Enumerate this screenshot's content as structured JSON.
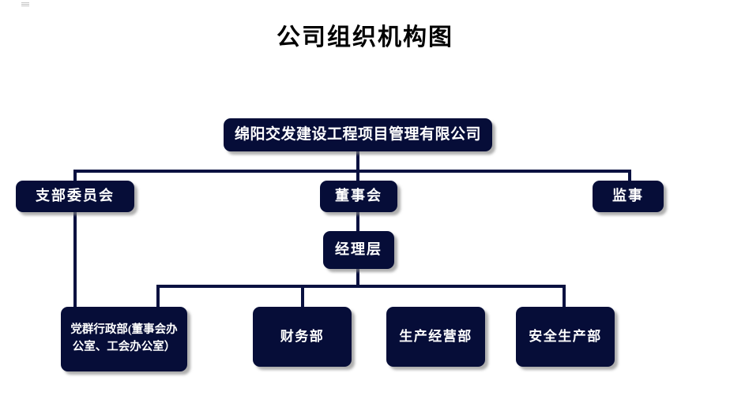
{
  "page": {
    "title": "公司组织机构图",
    "background_color": "#ffffff",
    "box_fill_color": "#060d38",
    "box_text_color": "#ffffff",
    "connector_color": "#0a1140",
    "shadow_color": "#828282"
  },
  "chart_data": {
    "type": "diagram",
    "diagram_kind": "organizational-chart",
    "title": "公司组织机构图",
    "orientation": "top-down",
    "nodes": [
      {
        "id": "root",
        "label": "绵阳交发建设工程项目管理有限公司",
        "level": 0
      },
      {
        "id": "party",
        "label": "支部委员会",
        "level": 1
      },
      {
        "id": "board",
        "label": "董事会",
        "level": 1
      },
      {
        "id": "super",
        "label": "监事",
        "level": 1
      },
      {
        "id": "mgmt",
        "label": "经理层",
        "level": 2
      },
      {
        "id": "admin",
        "label": "党群行政部(董事会办公室、工会办公室）",
        "level": 3
      },
      {
        "id": "fin",
        "label": "财务部",
        "level": 3
      },
      {
        "id": "prod",
        "label": "生产经营部",
        "level": 3
      },
      {
        "id": "safety",
        "label": "安全生产部",
        "level": 3
      }
    ],
    "edges": [
      {
        "from": "root",
        "to": "party"
      },
      {
        "from": "root",
        "to": "board"
      },
      {
        "from": "root",
        "to": "super"
      },
      {
        "from": "board",
        "to": "mgmt"
      },
      {
        "from": "party",
        "to": "admin"
      },
      {
        "from": "mgmt",
        "to": "fin"
      },
      {
        "from": "mgmt",
        "to": "prod"
      },
      {
        "from": "mgmt",
        "to": "safety"
      }
    ]
  },
  "nodes": {
    "root": {
      "label": "绵阳交发建设工程项目管理有限公司"
    },
    "party": {
      "label": "支部委员会"
    },
    "board": {
      "label": "董事会"
    },
    "super": {
      "label": "监事"
    },
    "mgmt": {
      "label": "经理层"
    },
    "admin": {
      "label": "党群行政部(董事会办公室、工会办公室）"
    },
    "fin": {
      "label": "财务部"
    },
    "prod": {
      "label": "生产经营部"
    },
    "safety": {
      "label": "安全生产部"
    }
  }
}
